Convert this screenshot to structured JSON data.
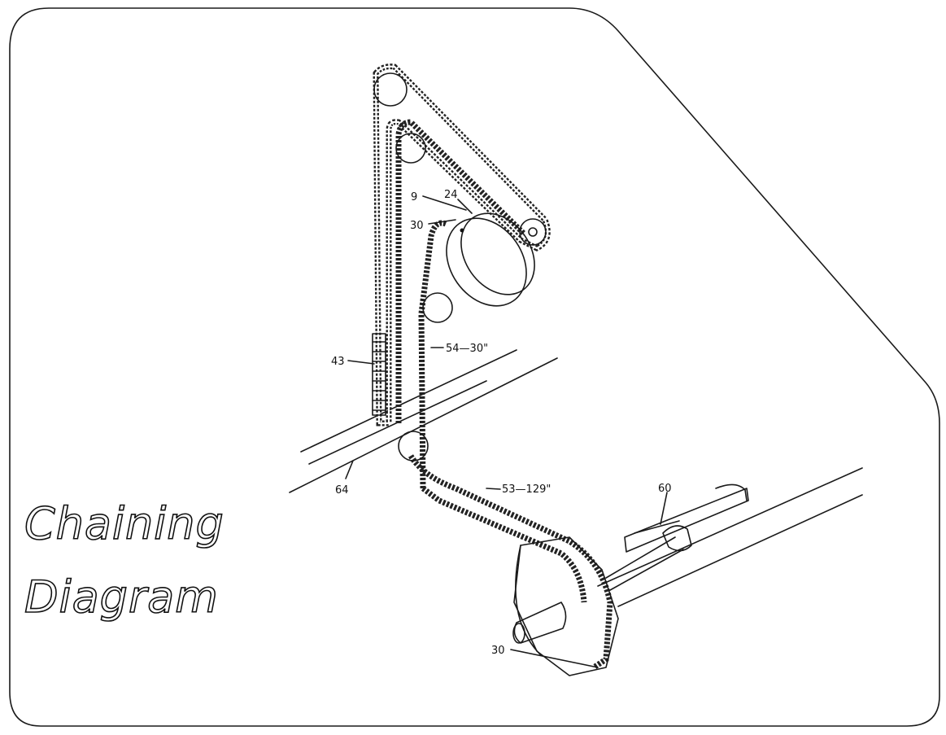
{
  "title": {
    "line1": "Chaining",
    "line2": "Diagram"
  },
  "callouts": {
    "c9": "9",
    "c24": "24",
    "c30_top": "30",
    "c54": "54—30\"",
    "c43": "43",
    "c64": "64",
    "c53": "53—129\"",
    "c60": "60",
    "c30_bottom": "30"
  },
  "colors": {
    "ink": "#1a1a1a",
    "paper": "#ffffff"
  }
}
